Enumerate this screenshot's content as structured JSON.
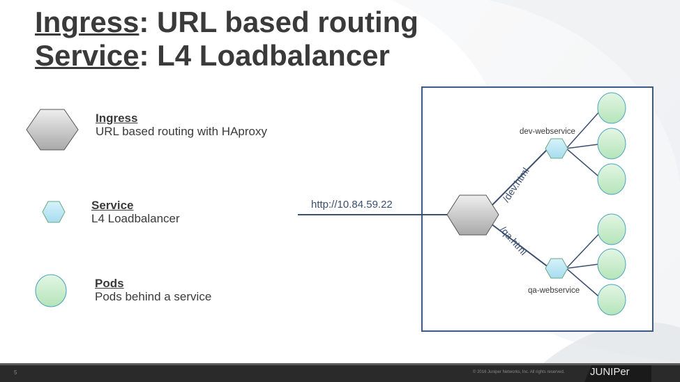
{
  "title": {
    "line1_key": "Ingress",
    "line1_rest": ": URL based routing",
    "line2_key": "Service",
    "line2_rest": ": L4 Loadbalancer"
  },
  "legend": {
    "ingress": {
      "title": "Ingress",
      "desc": "URL based routing with HAproxy",
      "icon": "hexagon-gray"
    },
    "service": {
      "title": "Service",
      "desc": "L4 Loadbalancer",
      "icon": "hexagon-blue"
    },
    "pods": {
      "title": "Pods",
      "desc": "Pods behind a service",
      "icon": "ellipse-green"
    }
  },
  "diagram": {
    "url": "http://10.84.59.22",
    "route_dev": "/dev.html",
    "route_qa": "/qa.html",
    "service_dev": "dev-webservice",
    "service_qa": "qa-webservice"
  },
  "colors": {
    "title_text": "#3a3a3a",
    "box_border": "#3b5a86",
    "line_color": "#3b4f6e",
    "hex_gray": "#c8c8c8",
    "hex_blue": "#bfe3f2",
    "pod_green": "#c6ebc9"
  },
  "footer": {
    "page_number": "5",
    "copyright": "© 2016 Juniper Networks, Inc. All rights reserved.",
    "logo": "JUNIPer"
  }
}
